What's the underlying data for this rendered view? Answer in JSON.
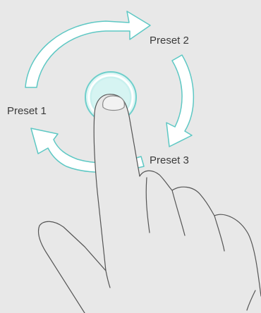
{
  "presets": [
    {
      "label": "Preset 1"
    },
    {
      "label": "Preset 2"
    },
    {
      "label": "Preset 3"
    }
  ],
  "colors": {
    "background": "#e8e8e8",
    "arrow_outline": "#5ec8c4",
    "arrow_fill": "#ffffff",
    "button_glow": "#c9f0ee",
    "hand_outline": "#555555"
  },
  "icons": {
    "button": "circular-touch-button",
    "hand": "pointing-finger-hand",
    "arrows": "clockwise-rotation-arrows"
  }
}
